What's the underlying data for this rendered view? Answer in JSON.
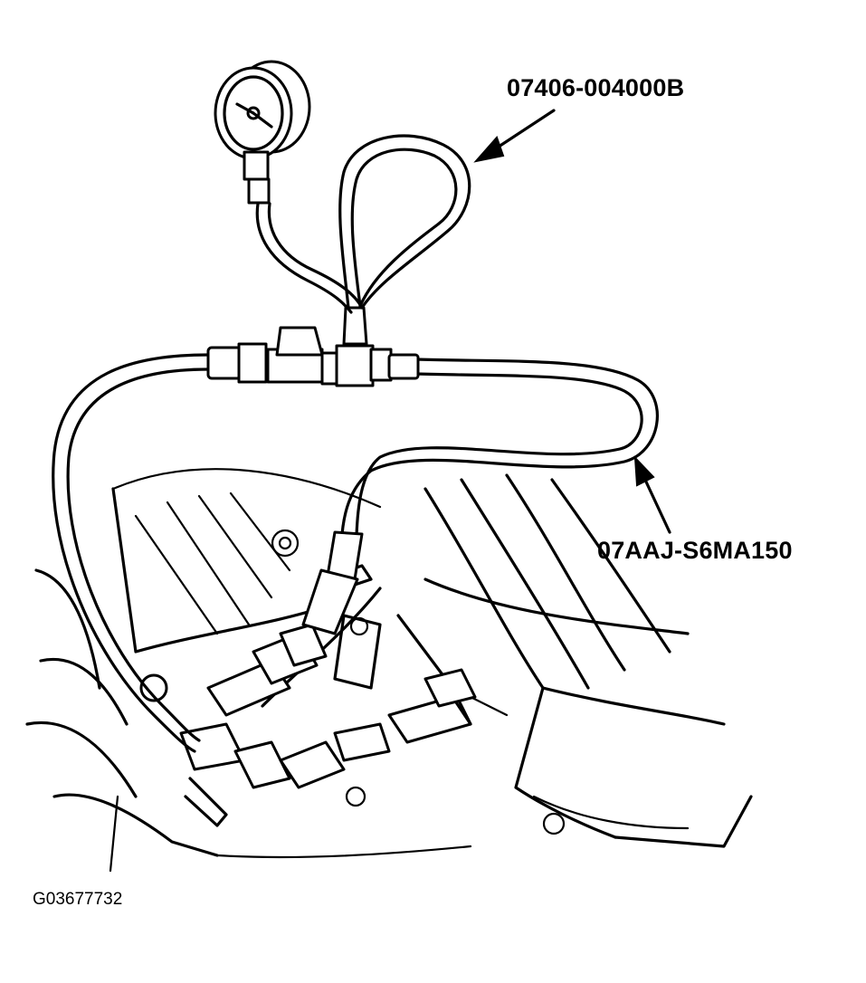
{
  "labels": {
    "gauge_part_number": "07406-004000B",
    "hose_part_number": "07AAJ-S6MA150",
    "figure_id": "G03677732"
  }
}
